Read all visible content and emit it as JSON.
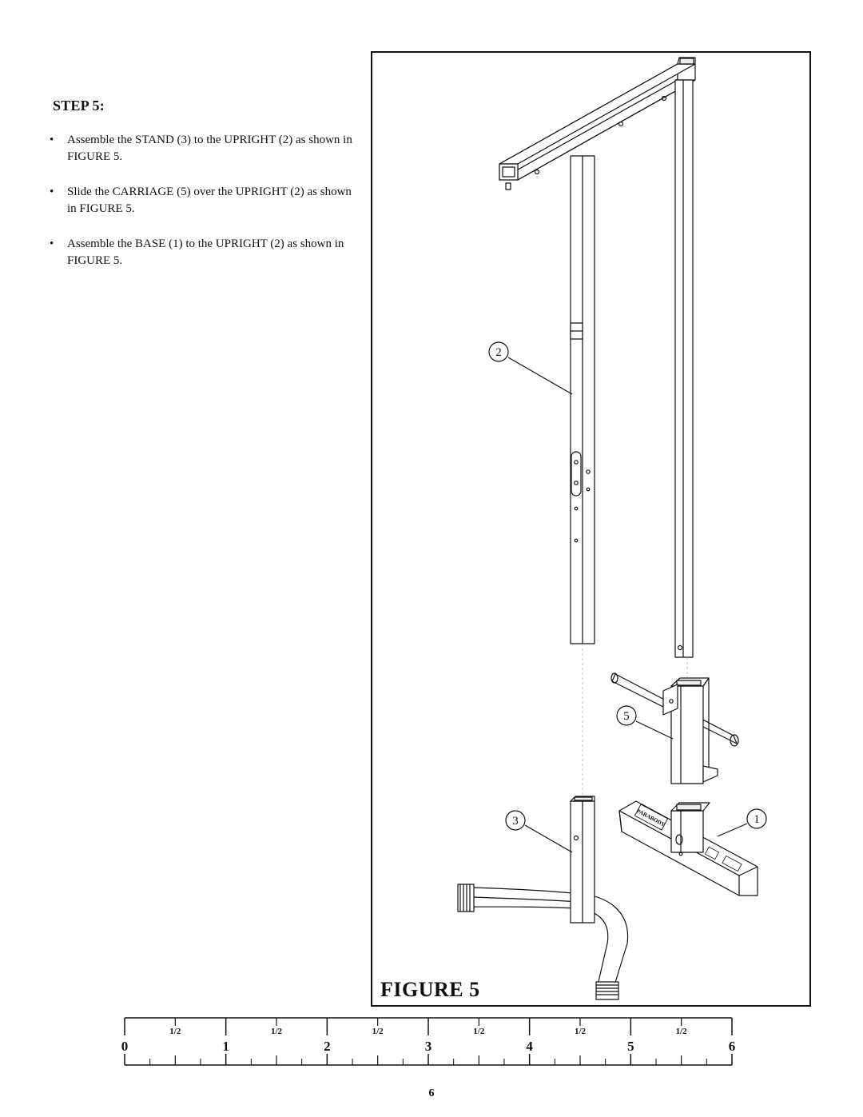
{
  "step": {
    "heading": "STEP 5:"
  },
  "instructions": [
    {
      "bullet": "•",
      "text": "Assemble the STAND (3) to the UPRIGHT (2) as shown in FIGURE 5."
    },
    {
      "bullet": "•",
      "text": "Slide the CARRIAGE (5) over the UPRIGHT (2) as shown in FIGURE 5."
    },
    {
      "bullet": "•",
      "text": "Assemble the BASE (1) to the UPRIGHT (2) as shown in FIGURE 5."
    }
  ],
  "figure": {
    "caption": "FIGURE 5",
    "callouts": {
      "upright": "2",
      "carriage": "5",
      "stand": "3",
      "base": "1"
    },
    "base_label": "PARABODY"
  },
  "ruler": {
    "major_labels": [
      "0",
      "1",
      "2",
      "3",
      "4",
      "5",
      "6"
    ],
    "half_label": "1/2"
  },
  "page_number": "6"
}
